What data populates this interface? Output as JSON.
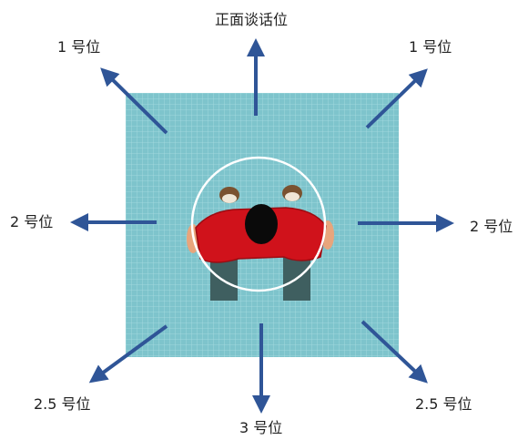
{
  "labels": {
    "front": "正面谈话位",
    "pos1_left": "1 号位",
    "pos1_right": "1 号位",
    "pos2_left": "2 号位",
    "pos2_right": "2 号位",
    "pos25_left": "2.5 号位",
    "pos25_right": "2.5 号位",
    "pos3": "3 号位"
  },
  "colors": {
    "floor": "#7ec4cc",
    "grid_line": "#a9dde2",
    "arrow": "#2f5597",
    "circle": "#ffffff",
    "shirt": "#d0121b",
    "head": "#0a0a0a",
    "chair": "#3f5f60"
  }
}
